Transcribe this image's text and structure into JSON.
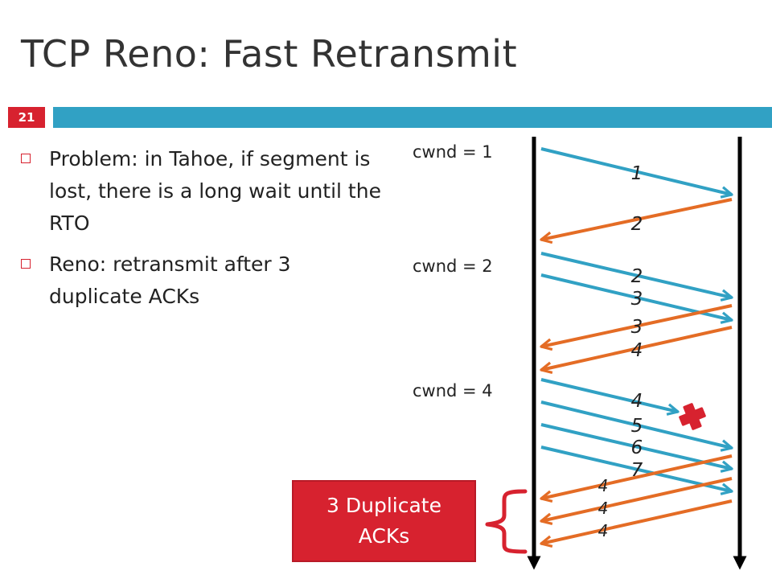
{
  "slide": {
    "title": "TCP Reno: Fast Retransmit",
    "number": "21"
  },
  "bullets": [
    {
      "text": "Problem: in Tahoe, if segment is lost, there is a long wait until the RTO"
    },
    {
      "text": "Reno: retransmit after 3 duplicate ACKs"
    }
  ],
  "diagram": {
    "cwnd_labels": [
      "cwnd = 1",
      "cwnd = 2",
      "cwnd = 4"
    ],
    "segment_labels": [
      "1",
      "2",
      "3",
      "4",
      "5",
      "6",
      "7"
    ],
    "ack_labels": [
      "2",
      "3",
      "4",
      "4",
      "4",
      "4"
    ],
    "callout": "3 Duplicate ACKs",
    "colors": {
      "segment": "#31a1c4",
      "ack": "#e46c25",
      "loss": "#d7222f",
      "timeline": "#000000"
    }
  }
}
